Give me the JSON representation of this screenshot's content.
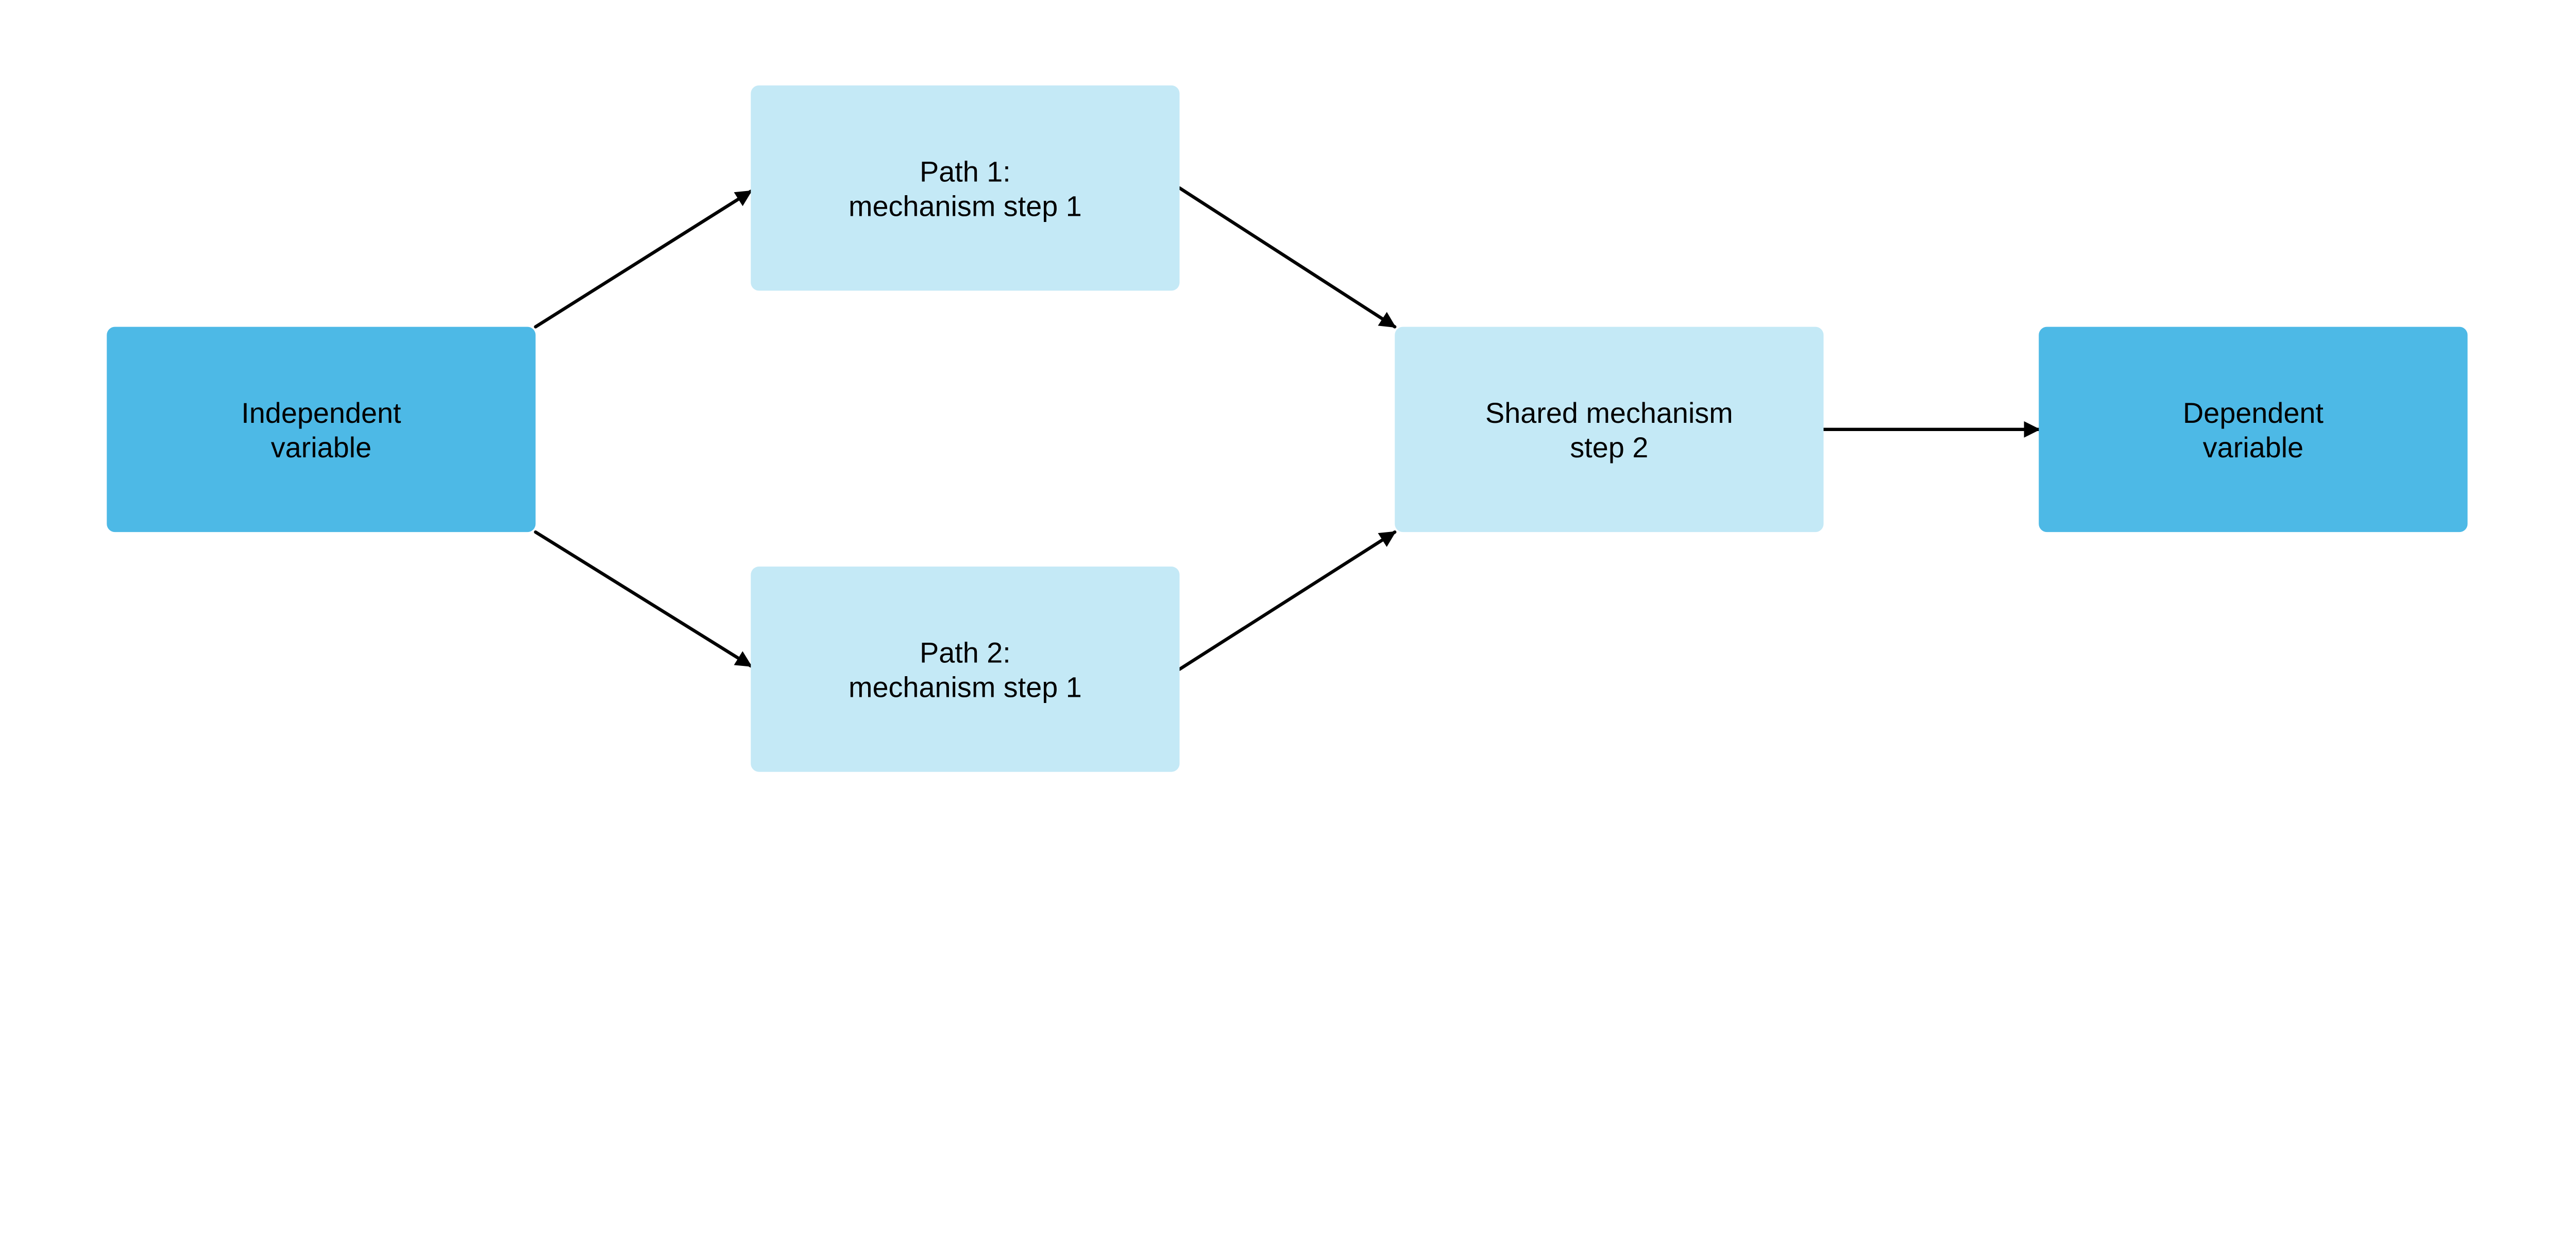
{
  "colors": {
    "primary": "#4DB9E6",
    "secondary": "#C4E9F6",
    "arrow": "#000000"
  },
  "nodes": [
    {
      "id": "iv",
      "lines": [
        "Independent",
        "variable"
      ],
      "style": "primary"
    },
    {
      "id": "p1",
      "lines": [
        "Path 1:",
        "mechanism step 1"
      ],
      "style": "secondary"
    },
    {
      "id": "p2",
      "lines": [
        "Path 2:",
        "mechanism step 1"
      ],
      "style": "secondary"
    },
    {
      "id": "shared",
      "lines": [
        "Shared mechanism",
        "step 2"
      ],
      "style": "secondary"
    },
    {
      "id": "dv",
      "lines": [
        "Dependent",
        "variable"
      ],
      "style": "primary"
    }
  ],
  "edges": [
    {
      "from": "iv",
      "to": "p1"
    },
    {
      "from": "iv",
      "to": "p2"
    },
    {
      "from": "p1",
      "to": "shared"
    },
    {
      "from": "p2",
      "to": "shared"
    },
    {
      "from": "shared",
      "to": "dv"
    }
  ]
}
